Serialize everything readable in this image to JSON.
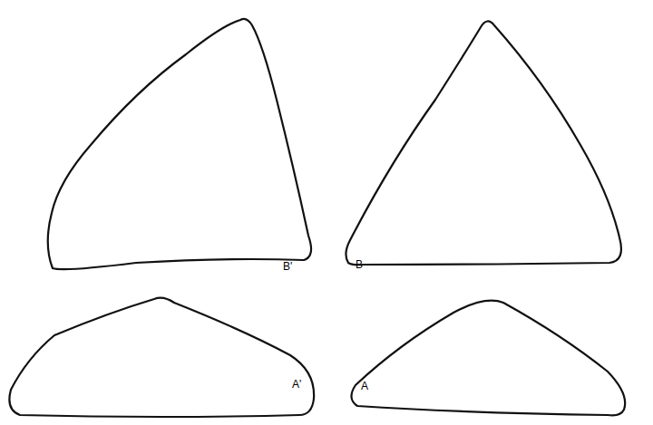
{
  "diagram": {
    "nodes": [
      {
        "text": [
          "B'"
        ]
      },
      {
        "text": [
          "B"
        ]
      },
      {
        "text": [
          "A'"
        ]
      },
      {
        "text": [
          "A"
        ]
      }
    ]
  }
}
